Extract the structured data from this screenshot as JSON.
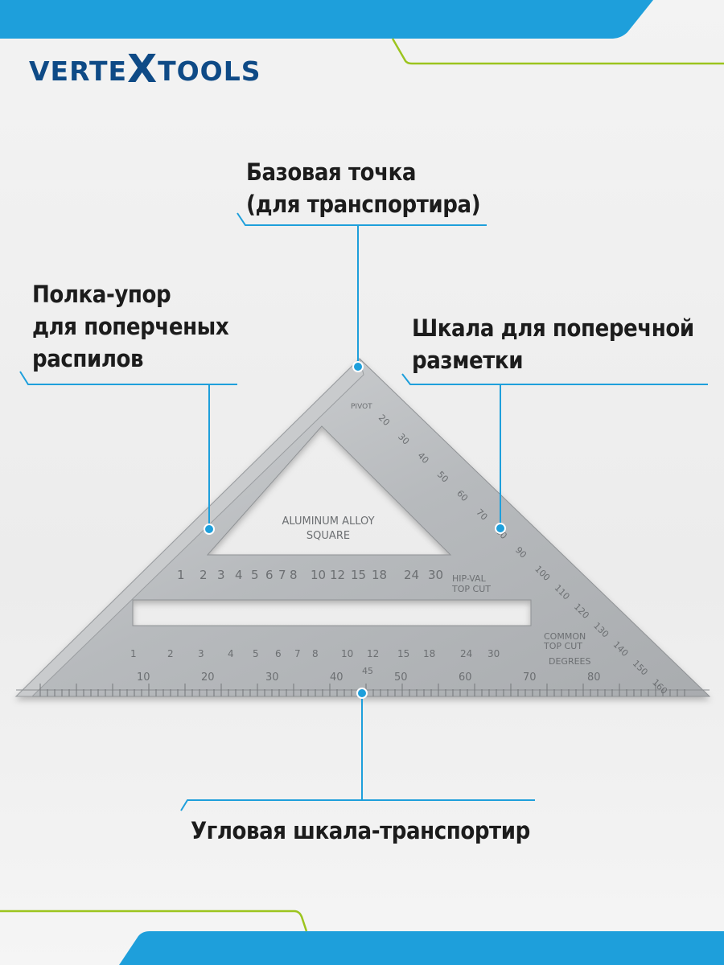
{
  "brand": {
    "logo_prefix": "VERTE",
    "logo_x": "X",
    "logo_suffix": "TOOLS"
  },
  "callouts": {
    "pivot": {
      "line1": "Базовая точка",
      "line2": "(для транспортира)"
    },
    "fence": {
      "line1": "Полка-упор",
      "line2": "для поперченых",
      "line3": "распилов"
    },
    "scale": {
      "line1": "Шкала для поперечной",
      "line2": "разметки"
    },
    "protractor": {
      "line1": "Угловая шкала-транспортир"
    }
  },
  "tool_markings": {
    "pivot": "PIVOT",
    "material1": "ALUMINUM ALLOY",
    "material2": "SQUARE",
    "hip_val1": "HIP-VAL",
    "hip_val2": "TOP CUT",
    "common1": "COMMON",
    "common2": "TOP CUT",
    "degrees": "DEGREES",
    "mark45": "45",
    "bottom_scale": [
      "10",
      "20",
      "30",
      "40",
      "50",
      "60",
      "70",
      "80"
    ],
    "upper_scale": [
      "1",
      "2",
      "3",
      "4",
      "5",
      "6",
      "7",
      "8",
      "10",
      "12",
      "15",
      "18",
      "24",
      "30"
    ],
    "lower_scale": [
      "1",
      "2",
      "3",
      "4",
      "5",
      "6",
      "7",
      "8",
      "10",
      "12",
      "15",
      "18",
      "24",
      "30"
    ],
    "hyp_scale": [
      "20",
      "30",
      "40",
      "50",
      "60",
      "70",
      "80",
      "90",
      "100",
      "110",
      "120",
      "130",
      "140",
      "150",
      "160"
    ]
  },
  "colors": {
    "blue": "#1e9fdb",
    "green": "#9cc41e",
    "navy": "#0e4a86"
  }
}
